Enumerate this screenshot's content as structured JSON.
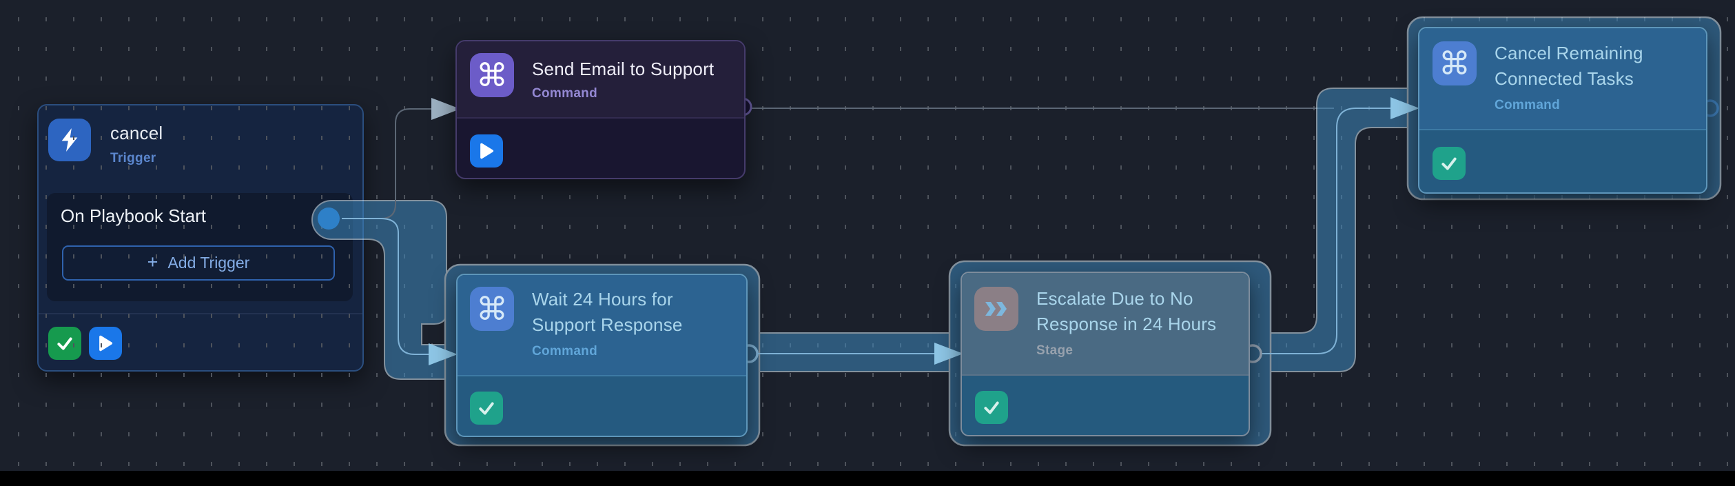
{
  "canvas": {
    "background": "#1b202b",
    "grid_dot_color": "#4e535c",
    "bottom_bar_color": "#000000"
  },
  "palette": {
    "highlight_pipe": "#3f88bd",
    "highlight_border": "#d9eefb",
    "edge_blue": "#7fb2d6",
    "edge_gray": "#5c6775",
    "trigger_icon_bg": "#2d65c1",
    "command_purple": "#6c5cc8",
    "command_blue": "#4d7ed1",
    "stage_icon_bg": "#8b7f86",
    "success_green": "#169a4e",
    "teal_check": "#1fa28b",
    "play_blue": "#1a77e9",
    "trigger_card_bg": "#152440",
    "purple_card_bg": "#241f3a",
    "blue_card_bg": "#2c6391",
    "stage_card_bg": "#4a6a83"
  },
  "nodes": {
    "trigger": {
      "title": "cancel",
      "type_label": "Trigger",
      "section_label": "On Playbook Start",
      "plus_glyph": "+",
      "add_trigger_label": "Add Trigger"
    },
    "send_email": {
      "title": "Send Email to Support",
      "type_label": "Command"
    },
    "wait": {
      "title": "Wait 24 Hours for Support Response",
      "type_label": "Command"
    },
    "escalate": {
      "title": "Escalate Due to No Response in 24 Hours",
      "type_label": "Stage"
    },
    "cancel_tasks": {
      "title": "Cancel Remaining Connected Tasks",
      "type_label": "Command"
    }
  }
}
